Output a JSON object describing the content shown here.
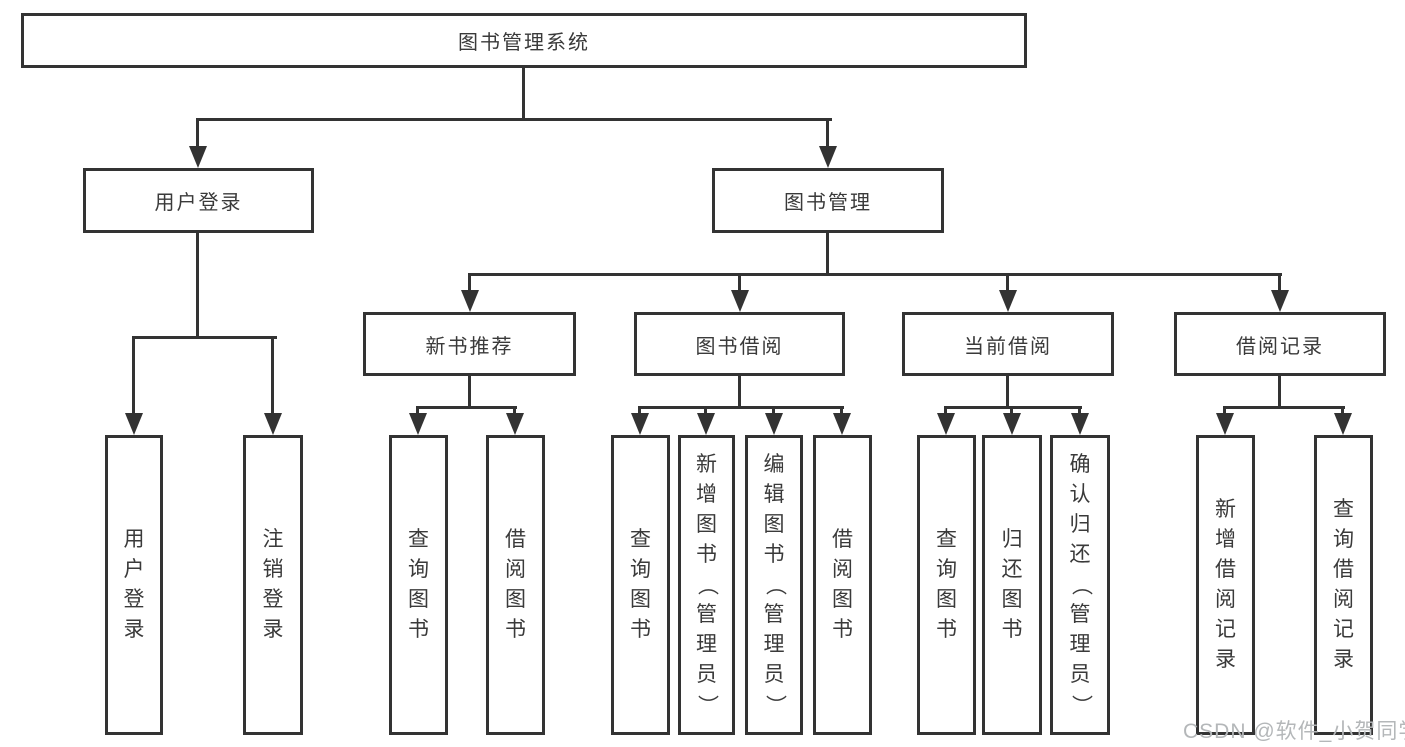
{
  "colors": {
    "line": "#333333",
    "text": "#3a3a3a",
    "background": "#ffffff",
    "watermark": "#b4b7b9"
  },
  "watermark": {
    "text": "CSDN @软件_小贺同学"
  },
  "tree": {
    "root": {
      "label": "图书管理系统"
    },
    "branches": [
      {
        "label": "用户登录",
        "leaves": [
          {
            "label": "用户登录"
          },
          {
            "label": "注销登录"
          }
        ]
      },
      {
        "label": "图书管理",
        "sections": [
          {
            "label": "新书推荐",
            "leaves": [
              {
                "label": "查询图书"
              },
              {
                "label": "借阅图书"
              }
            ]
          },
          {
            "label": "图书借阅",
            "leaves": [
              {
                "label": "查询图书"
              },
              {
                "label": "新增图书（管理员）"
              },
              {
                "label": "编辑图书（管理员）"
              },
              {
                "label": "借阅图书"
              }
            ]
          },
          {
            "label": "当前借阅",
            "leaves": [
              {
                "label": "查询图书"
              },
              {
                "label": "归还图书"
              },
              {
                "label": "确认归还（管理员）"
              }
            ]
          },
          {
            "label": "借阅记录",
            "leaves": [
              {
                "label": "新增借阅记录"
              },
              {
                "label": "查询借阅记录"
              }
            ]
          }
        ]
      }
    ]
  }
}
